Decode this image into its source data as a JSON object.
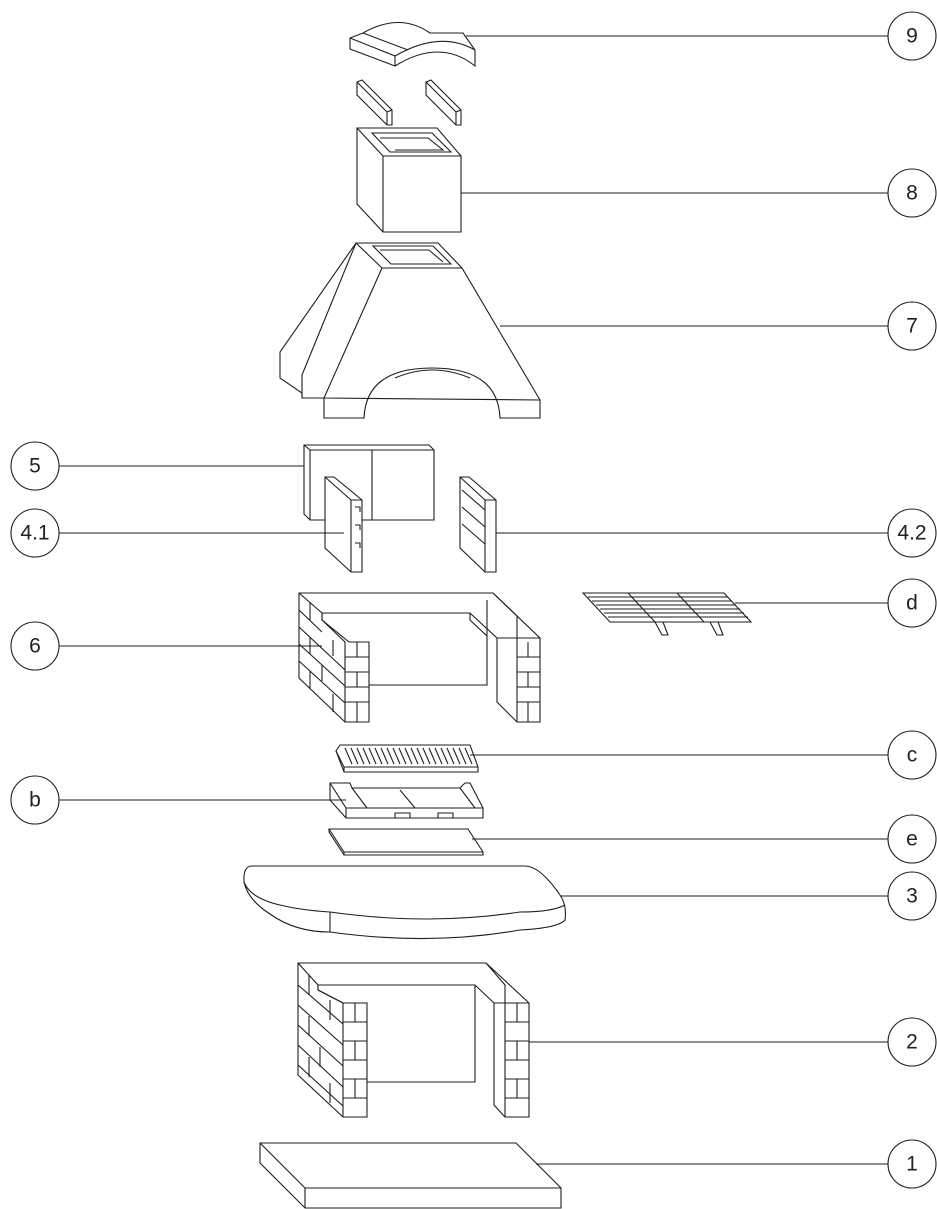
{
  "labels": {
    "part_9": "9",
    "part_8": "8",
    "part_7": "7",
    "part_5": "5",
    "part_4_1": "4.1",
    "part_4_2": "4.2",
    "part_d": "d",
    "part_6": "6",
    "part_c": "c",
    "part_b": "b",
    "part_e": "e",
    "part_3": "3",
    "part_2": "2",
    "part_1": "1"
  }
}
